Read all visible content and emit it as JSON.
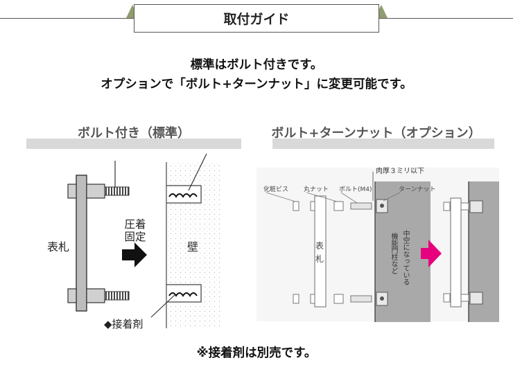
{
  "header": {
    "title": "取付ガイド",
    "accent_color": "#8e9e6e"
  },
  "intro": {
    "line1": "標準はボルト付きです。",
    "line2": "オプションで「ボルト+ターンナット」に変更可能です。"
  },
  "left_section": {
    "title": "ボルト付き（標準）",
    "plate_label": "表札",
    "press_label_1": "圧着",
    "press_label_2": "固定",
    "wall_label": "壁",
    "adhesive_label": "◆接着剤"
  },
  "right_section": {
    "title": "ボルト+ターンナット（オプション）",
    "thickness_label": "肉厚３ミリ以下",
    "screw_label": "化粧ビス",
    "round_nut_label": "丸ナット",
    "bolt_label": "ボルト(M4)",
    "turn_nut_label": "ターンナット",
    "plate_label_1": "表",
    "plate_label_2": "札",
    "hollow_label_1": "中空になっている",
    "hollow_label_2": "機能門柱など",
    "arrow_color": "#e6007e"
  },
  "footnote": "※接着剤は別売です。"
}
